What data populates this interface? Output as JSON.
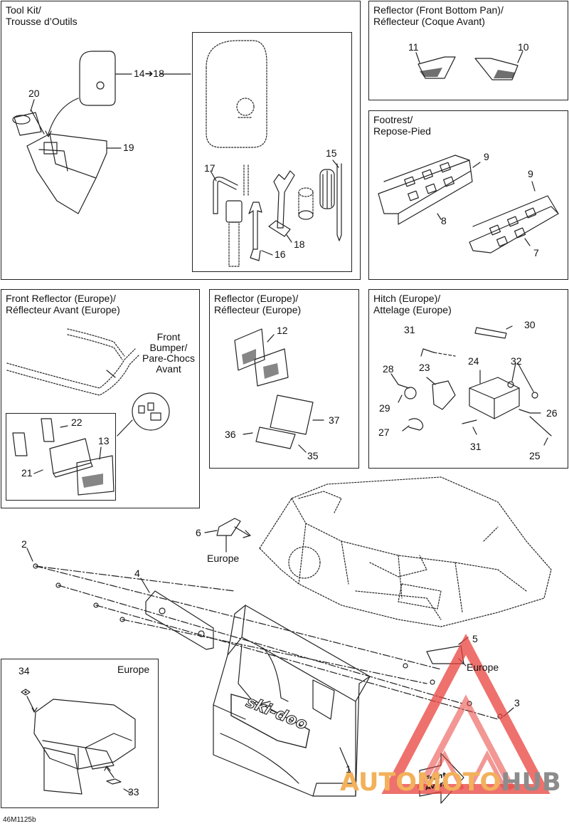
{
  "panels": {
    "tool_kit": {
      "title": [
        "Tool Kit/",
        "Trousse d’Outils"
      ]
    },
    "reflector_front_bottom_pan": {
      "title": [
        "Reflector (Front Bottom Pan)/",
        "Réflecteur (Coque Avant)"
      ]
    },
    "footrest": {
      "title": [
        "Footrest/",
        "Repose-Pied"
      ]
    },
    "front_reflector_europe": {
      "title": [
        "Front Reflector (Europe)/",
        "Réflecteur Avant (Europe)"
      ]
    },
    "reflector_europe": {
      "title": [
        "Reflector (Europe)/",
        "Réflecteur (Europe)"
      ]
    },
    "hitch_europe": {
      "title": [
        "Hitch (Europe)/",
        "Attelage (Europe)"
      ]
    },
    "europe_inset": {
      "title": "Europe"
    }
  },
  "front_bumper_label": [
    "Front",
    "Bumper/",
    "Pare-Chocs",
    "Avant"
  ],
  "europe_labels": [
    "Europe",
    "Europe"
  ],
  "arrow_text": "14➔18",
  "part_numbers": {
    "p1": "1",
    "p2": "2",
    "p3": "3",
    "p4": "4",
    "p5": "5",
    "p6": "6",
    "p7": "7",
    "p8": "8",
    "p9a": "9",
    "p9b": "9",
    "p10": "10",
    "p11": "11",
    "p12": "12",
    "p13": "13",
    "p15": "15",
    "p16": "16",
    "p17": "17",
    "p18": "18",
    "p19": "19",
    "p20": "20",
    "p21": "21",
    "p22": "22",
    "p23": "23",
    "p24": "24",
    "p25": "25",
    "p26": "26",
    "p27": "27",
    "p28": "28",
    "p29": "29",
    "p30": "30",
    "p31a": "31",
    "p31b": "31",
    "p32": "32",
    "p33": "33",
    "p34": "34",
    "p35": "35",
    "p36": "36",
    "p37": "37"
  },
  "brand_logo": "ski-doo",
  "front_sticker": [
    "Front",
    "Avant"
  ],
  "watermark": {
    "part1": "AUTO",
    "part2": "MOTO",
    "part3": "HUB"
  },
  "doc_code": "46M1125b",
  "colors": {
    "line": "#222222",
    "watermark_red": "#e8423c",
    "watermark_orange": "#f2b15a",
    "watermark_gray": "#8c8c8c"
  }
}
